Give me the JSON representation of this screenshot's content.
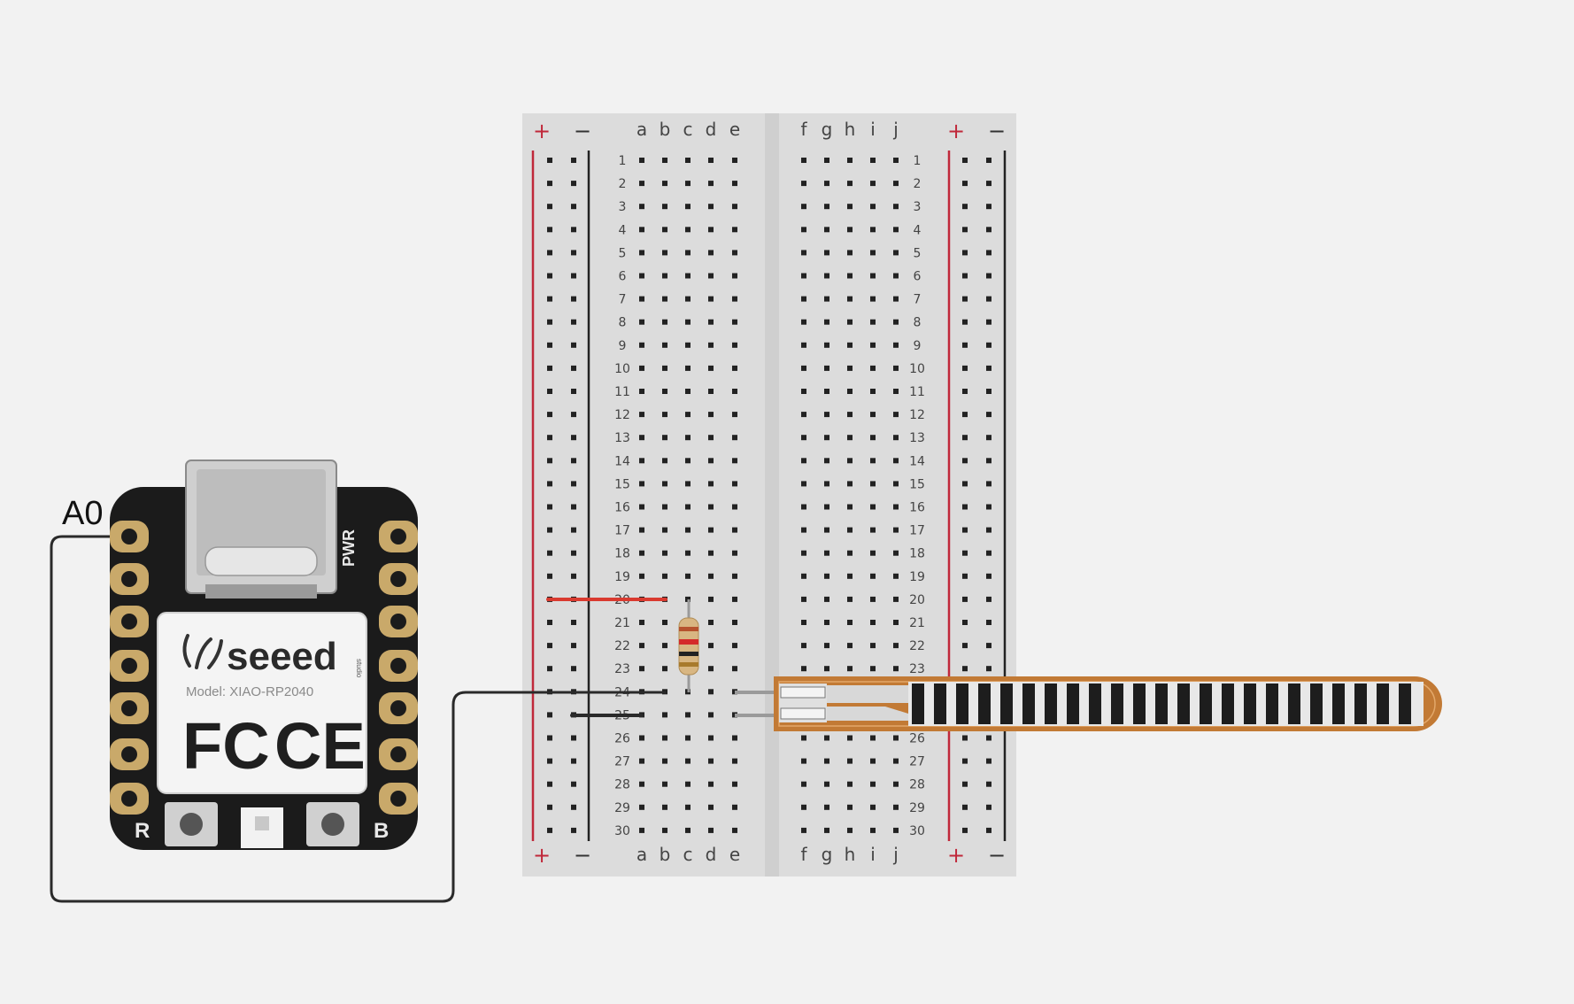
{
  "board": {
    "pin_label": "A0",
    "logo_text": "seeed",
    "logo_small": "studio",
    "model_text": "Model: XIAO-RP2040",
    "fc_mark": "FC",
    "ce_mark": "CE",
    "pwr_label": "PWR",
    "button_r": "R",
    "button_b": "B"
  },
  "breadboard": {
    "plus": "+",
    "minus": "−",
    "left_columns": [
      "a",
      "b",
      "c",
      "d",
      "e"
    ],
    "right_columns": [
      "f",
      "g",
      "h",
      "i",
      "j"
    ],
    "rows": [
      "1",
      "2",
      "3",
      "4",
      "5",
      "6",
      "7",
      "8",
      "9",
      "10",
      "11",
      "12",
      "13",
      "14",
      "15",
      "16",
      "17",
      "18",
      "19",
      "20",
      "21",
      "22",
      "23",
      "24",
      "25",
      "26",
      "27",
      "28",
      "29",
      "30"
    ]
  },
  "colors": {
    "background": "#f2f2f2",
    "breadboard": "#dcdcdc",
    "rail_plus": "#c0283a",
    "rail_minus": "#222222",
    "board": "#1b1b1b",
    "pad_gold": "#c9a96a",
    "wire_red": "#d93a2f",
    "wire_black": "#2a2a2a",
    "flex_sensor": "#c27a35"
  }
}
